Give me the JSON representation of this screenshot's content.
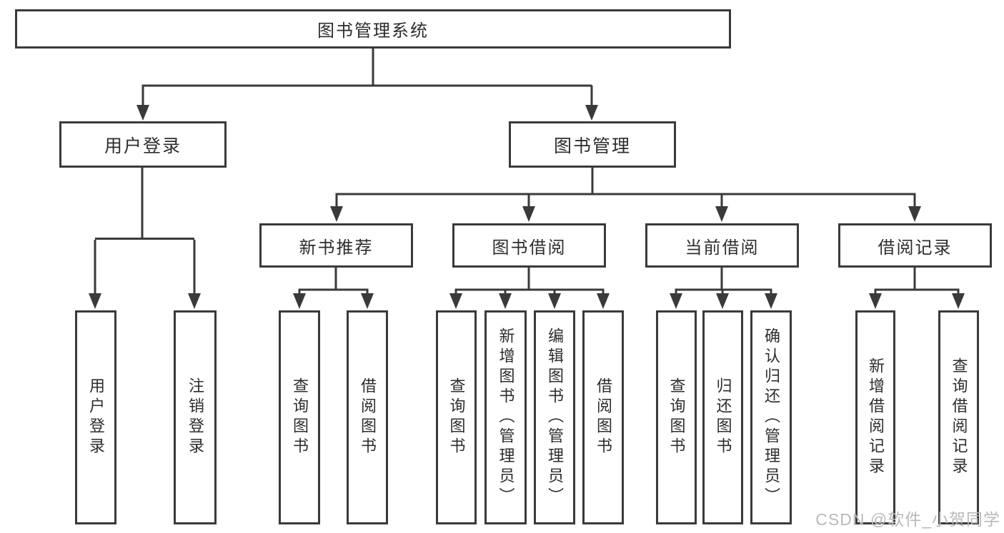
{
  "diagram": {
    "type": "tree",
    "root": {
      "label": "图书管理系统",
      "children": [
        {
          "label": "用户登录",
          "children": [
            {
              "label": "用户登录"
            },
            {
              "label": "注销登录"
            }
          ]
        },
        {
          "label": "图书管理",
          "children": [
            {
              "label": "新书推荐",
              "children": [
                {
                  "label": "查询图书"
                },
                {
                  "label": "借阅图书"
                }
              ]
            },
            {
              "label": "图书借阅",
              "children": [
                {
                  "label": "查询图书"
                },
                {
                  "label": "新增图书（管理员）"
                },
                {
                  "label": "编辑图书（管理员）"
                },
                {
                  "label": "借阅图书"
                }
              ]
            },
            {
              "label": "当前借阅",
              "children": [
                {
                  "label": "查询图书"
                },
                {
                  "label": "归还图书"
                },
                {
                  "label": "确认归还（管理员）"
                }
              ]
            },
            {
              "label": "借阅记录",
              "children": [
                {
                  "label": "新增借阅记录"
                },
                {
                  "label": "查询借阅记录"
                }
              ]
            }
          ]
        }
      ]
    }
  },
  "watermark": {
    "text": "CSDN @软件_小贺同学"
  },
  "colors": {
    "line": "#3a3a3a",
    "text": "#2d2d2d",
    "background": "#ffffff",
    "watermark": "#b9b9b9"
  }
}
